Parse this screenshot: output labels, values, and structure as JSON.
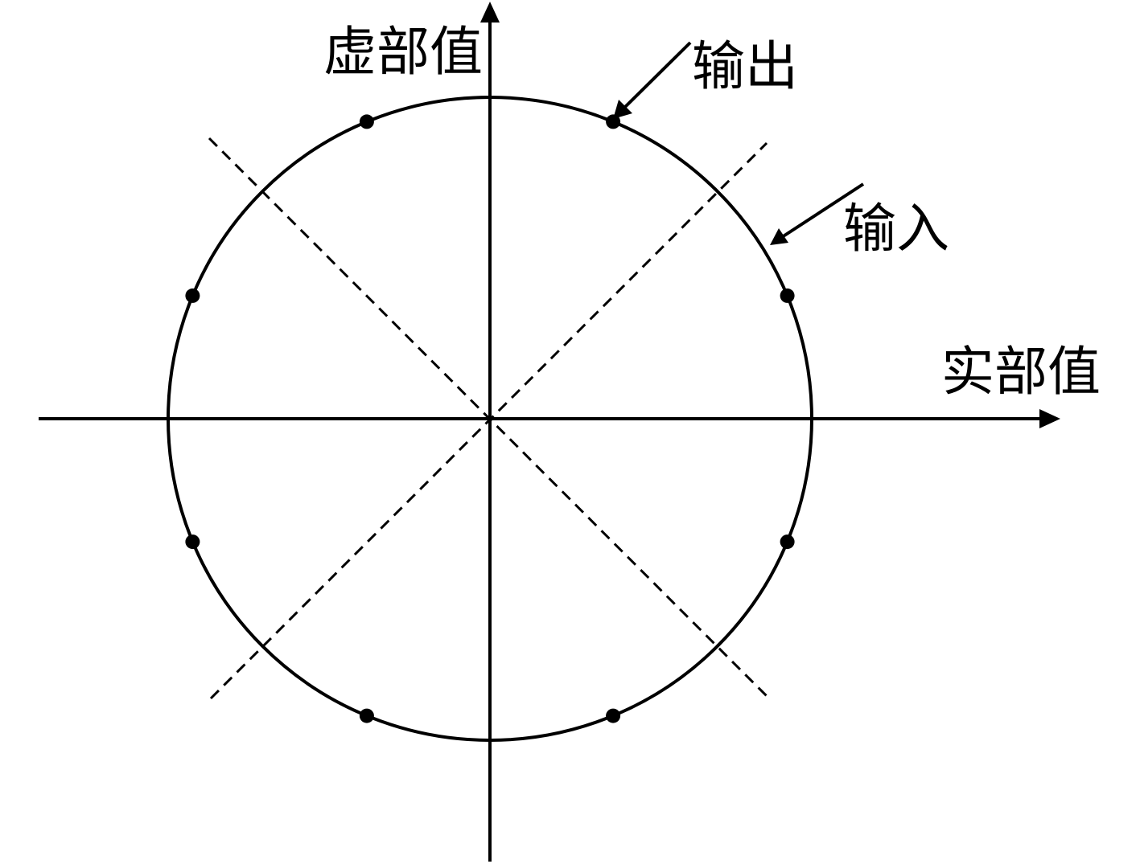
{
  "labels": {
    "imaginary_axis": "虚部值",
    "real_axis": "实部值",
    "output": "输出",
    "input": "输入"
  },
  "colors": {
    "stroke": "#000000",
    "background": "#ffffff"
  },
  "output_point_angles_deg": [
    67.5,
    22.5,
    -22.5,
    -67.5,
    -112.5,
    -157.5,
    157.5,
    112.5
  ],
  "dashed_diagonal_angles_deg": [
    45,
    135
  ]
}
